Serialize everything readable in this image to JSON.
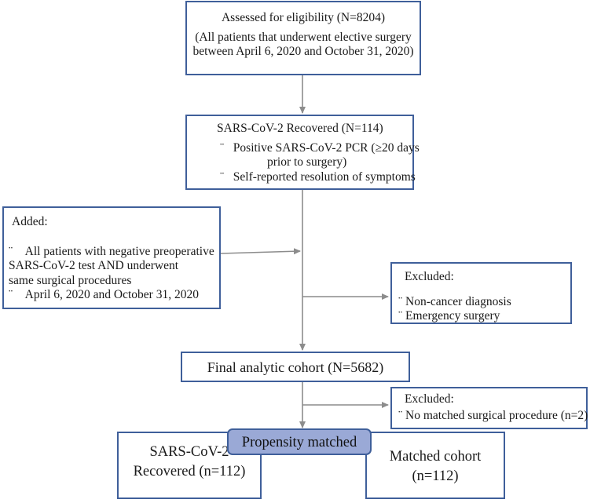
{
  "assessed": {
    "title": "Assessed for eligibility (N=8204)",
    "line2": "(All patients that underwent elective surgery",
    "line3": "between April 6, 2020 and October 31, 2020)"
  },
  "recovered": {
    "title": "SARS-CoV-2 Recovered (N=114)",
    "b1_marker": "¨",
    "b1_line1": "Positive SARS-CoV-2 PCR (≥20 days",
    "b1_line2": "prior to surgery)",
    "b2_marker": "¨",
    "b2_text": "Self-reported resolution of symptoms"
  },
  "added": {
    "title": "Added:",
    "b1_marker": "¨",
    "b1_line1": "All patients with negative preoperative",
    "b1_line2": "SARS-CoV-2 test AND underwent",
    "b1_line3": "same surgical procedures",
    "b2_marker": "¨",
    "b2_text": "April 6, 2020 and October 31, 2020"
  },
  "excluded1": {
    "title": "Excluded:",
    "b1_marker": "¨",
    "b1_text": "Non-cancer diagnosis",
    "b2_marker": "¨",
    "b2_text": "Emergency surgery"
  },
  "final": {
    "title": "Final analytic cohort (N=5682)"
  },
  "excluded2": {
    "title": "Excluded:",
    "b1_marker": "¨",
    "b1_text": "No matched surgical procedure (n=2)"
  },
  "propensity": {
    "title": "Propensity matched"
  },
  "sars_recovered": {
    "line1": "SARS-CoV-2",
    "line2": "Recovered (n=112)"
  },
  "matched": {
    "line1": "Matched cohort",
    "line2": "(n=112)"
  },
  "colors": {
    "box_border": "#3f5f9a",
    "arrow": "#8c8c8c",
    "propensity_fill": "#9aa9d6"
  }
}
